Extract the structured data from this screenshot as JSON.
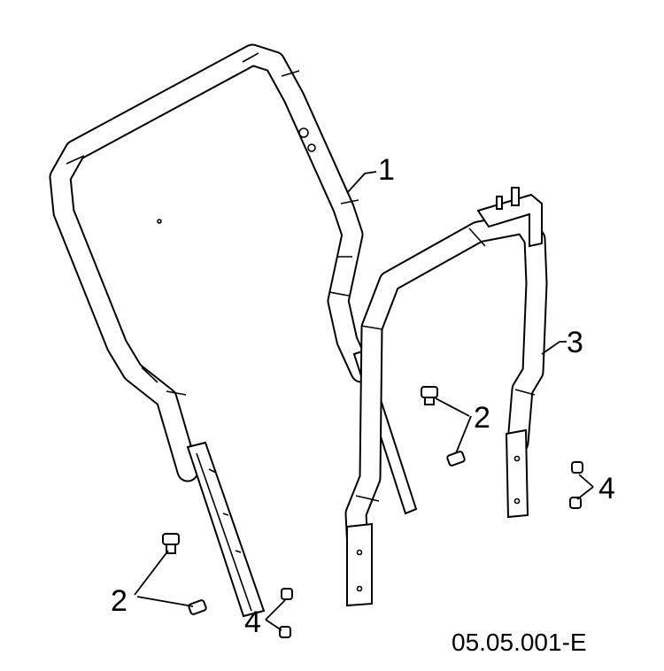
{
  "callouts": {
    "part1": "1",
    "part2_a": "2",
    "part2_b": "2",
    "part3": "3",
    "part4_a": "4",
    "part4_b": "4"
  },
  "figure_code": "05.05.001-E",
  "colors": {
    "line": "#000000",
    "background": "#ffffff"
  }
}
